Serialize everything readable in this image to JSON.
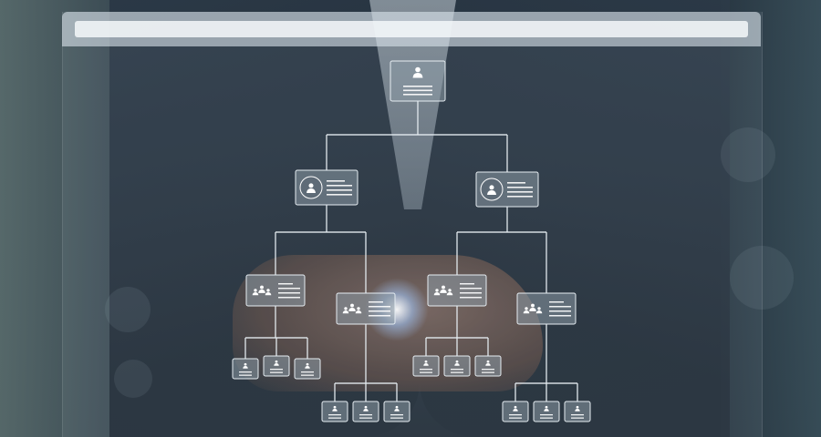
{
  "scene": {
    "description_free": true,
    "colors": {
      "card_fill": "#8d9aa6",
      "card_stroke": "#e6edf2",
      "line": "#e6edf2",
      "icon": "#ffffff"
    }
  },
  "browser": {
    "address_text": ""
  },
  "org_chart": {
    "nodes": [
      {
        "id": "root",
        "level": 0,
        "kind": "large-single"
      },
      {
        "id": "l1a",
        "level": 1,
        "kind": "large-single",
        "parent": "root"
      },
      {
        "id": "l1b",
        "level": 1,
        "kind": "large-single",
        "parent": "root"
      },
      {
        "id": "l2a",
        "level": 2,
        "kind": "group",
        "parent": "l1a"
      },
      {
        "id": "l2b",
        "level": 2,
        "kind": "group",
        "parent": "l1a"
      },
      {
        "id": "l2c",
        "level": 2,
        "kind": "group",
        "parent": "l1b"
      },
      {
        "id": "l2d",
        "level": 2,
        "kind": "group",
        "parent": "l1b"
      },
      {
        "id": "l3a1",
        "level": 3,
        "kind": "small",
        "parent": "l2a"
      },
      {
        "id": "l3a2",
        "level": 3,
        "kind": "small",
        "parent": "l2a"
      },
      {
        "id": "l3a3",
        "level": 3,
        "kind": "small",
        "parent": "l2a"
      },
      {
        "id": "l3b1",
        "level": 3,
        "kind": "small",
        "parent": "l2b"
      },
      {
        "id": "l3b2",
        "level": 3,
        "kind": "small",
        "parent": "l2b"
      },
      {
        "id": "l3b3",
        "level": 3,
        "kind": "small",
        "parent": "l2b"
      },
      {
        "id": "l3c1",
        "level": 3,
        "kind": "small",
        "parent": "l2c"
      },
      {
        "id": "l3c2",
        "level": 3,
        "kind": "small",
        "parent": "l2c"
      },
      {
        "id": "l3c3",
        "level": 3,
        "kind": "small",
        "parent": "l2c"
      },
      {
        "id": "l3d1",
        "level": 3,
        "kind": "small",
        "parent": "l2d"
      },
      {
        "id": "l3d2",
        "level": 3,
        "kind": "small",
        "parent": "l2d"
      },
      {
        "id": "l3d3",
        "level": 3,
        "kind": "small",
        "parent": "l2d"
      }
    ]
  }
}
